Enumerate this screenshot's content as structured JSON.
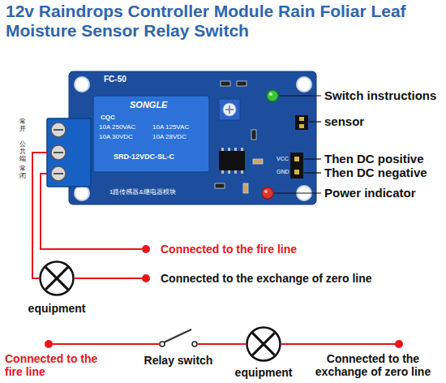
{
  "diagram": {
    "title": "12v Raindrops Controller Module Rain Foliar Leaf Moisture Sensor Relay Switch",
    "nodes": [
      {
        "text": [
          "Connected to the fire line"
        ]
      },
      {
        "text": [
          "equipment"
        ]
      },
      {
        "text": [
          "Connected to the exchange of zero line"
        ]
      },
      {
        "text": [
          "Connected to the fire line"
        ]
      },
      {
        "text": [
          "equipment"
        ]
      },
      {
        "text": [
          "Connected to the exchange of zero line"
        ]
      }
    ],
    "edges": [
      {
        "from": 1,
        "to": 2,
        "arrow": "none"
      },
      {
        "from": 3,
        "to": 4,
        "arrow": "none",
        "label": "Relay switch"
      },
      {
        "from": 4,
        "to": 5,
        "arrow": "none"
      }
    ],
    "labels": [
      "FC-50",
      "Switch instructions",
      "sensor",
      "SONGLE",
      "CQC",
      "10A 250VAC",
      "10A 125VAC",
      "10A 30VDC",
      "10A 28VDC",
      "SRD-12VDC-SL-C",
      "VCC",
      "Then DC positive",
      "GND",
      "Then DC negative",
      "常开",
      "公共端",
      "常闭",
      "1路传感器&继电器模块",
      "Power indicator"
    ]
  }
}
